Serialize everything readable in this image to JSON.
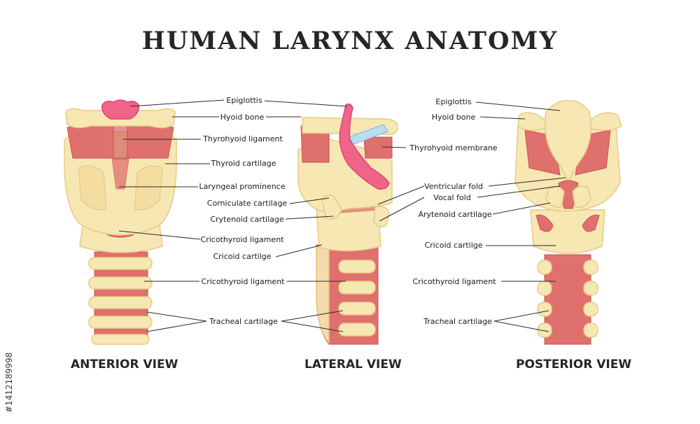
{
  "title": "HUMAN LARYNX ANATOMY",
  "views": {
    "anterior": {
      "heading": "ANTERIOR VIEW",
      "labels": [
        "Epiglottis",
        "Hyoid bone",
        "Thyrohyoid ligament",
        "Thyroid cartilage",
        "Laryngeal prominence",
        "Corniculate cartilage",
        "Crytenoid cartilage",
        "Cricothyroid ligament",
        "Cricoid cartilge",
        "Cricothyroid ligament",
        "Tracheal cartilage"
      ]
    },
    "lateral": {
      "heading": "LATERAL VIEW"
    },
    "posterior": {
      "heading": "POSTERIOR VIEW",
      "labels": [
        "Epiglottis",
        "Hyoid bone",
        "Thyrohyoid membrane",
        "Ventricular fold",
        "Vocal fold",
        "Arytenoid cartilage",
        "Cricoid cartilge",
        "Cricothyroid ligament",
        "Tracheal cartilage"
      ]
    }
  },
  "stock_id": "#1412189998",
  "colors": {
    "cartilage": "#f7e7b3",
    "cartilage_edge": "#e5cb86",
    "muscle": "#e0706e",
    "muscle_dark": "#c9504f",
    "epiglottis": "#f0648a",
    "membrane": "#b9dcee",
    "text": "#262626",
    "line": "#2b2b2b"
  }
}
